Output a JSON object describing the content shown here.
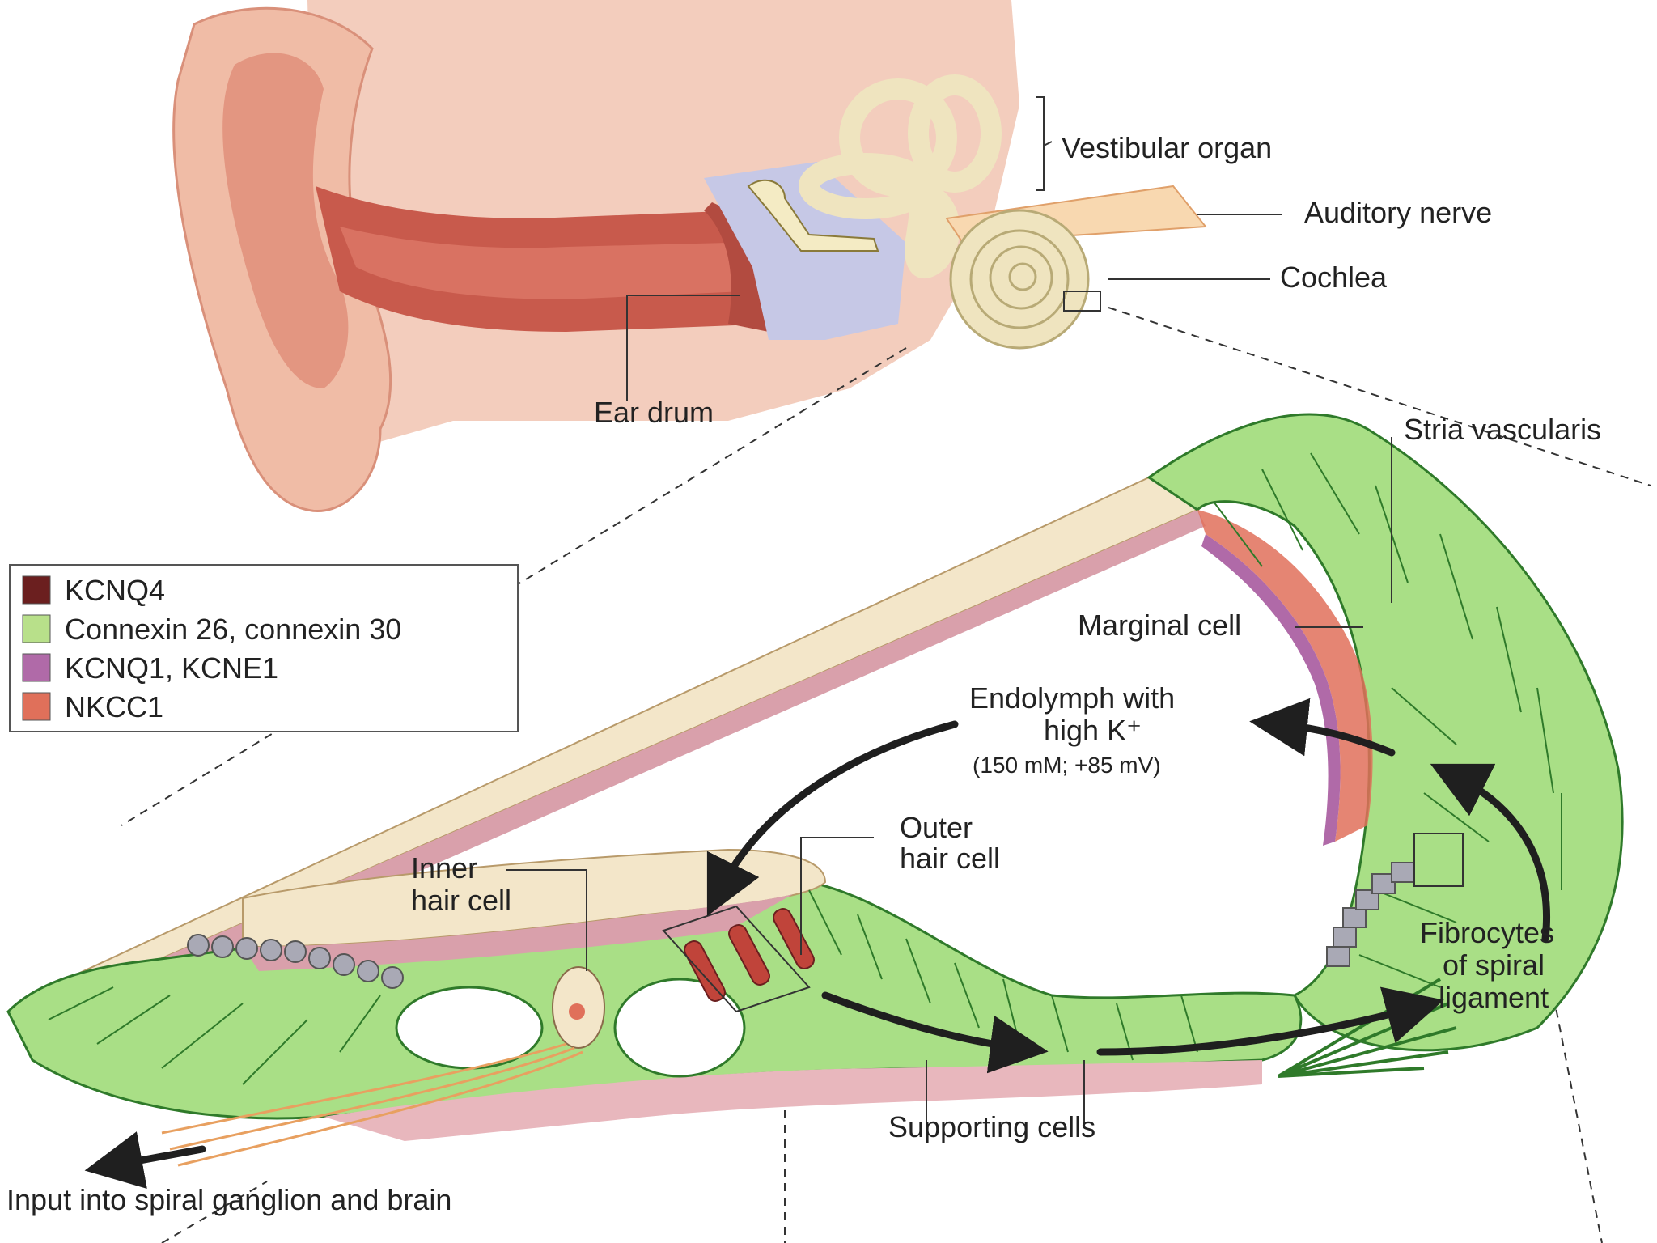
{
  "labels": {
    "vestibular_organ": "Vestibular organ",
    "auditory_nerve": "Auditory nerve",
    "cochlea": "Cochlea",
    "ear_drum": "Ear drum",
    "stria_vascularis": "Stria vascularis",
    "marginal_cell": "Marginal cell",
    "endolymph_line1": "Endolymph with",
    "endolymph_line2": "high K⁺",
    "endolymph_line3": "(150 mM; +85 mV)",
    "outer_hair_cell_line1": "Outer",
    "outer_hair_cell_line2": "hair cell",
    "inner_hair_cell_line1": "Inner",
    "inner_hair_cell_line2": "hair cell",
    "fibrocytes_line1": "Fibrocytes",
    "fibrocytes_line2": "of spiral",
    "fibrocytes_line3": "ligament",
    "supporting_cells": "Supporting cells",
    "spiral_ganglion": "Input into spiral ganglion and brain"
  },
  "legend": {
    "items": [
      {
        "label": "KCNQ4",
        "color": "#6b1f1f"
      },
      {
        "label": "Connexin 26, connexin 30",
        "color": "#b8e08a"
      },
      {
        "label": "KCNQ1, KCNE1",
        "color": "#b06aa8"
      },
      {
        "label": "NKCC1",
        "color": "#e0705a"
      }
    ]
  },
  "colors": {
    "skin": "#f2c4b0",
    "skin_dark": "#e8a48a",
    "canal": "#c8584a",
    "bone": "#f3ead0",
    "tissue_green": "#a9df86",
    "membrane_pink": "#d9a0ab",
    "inner_ear_blue": "#c6c8e6"
  }
}
